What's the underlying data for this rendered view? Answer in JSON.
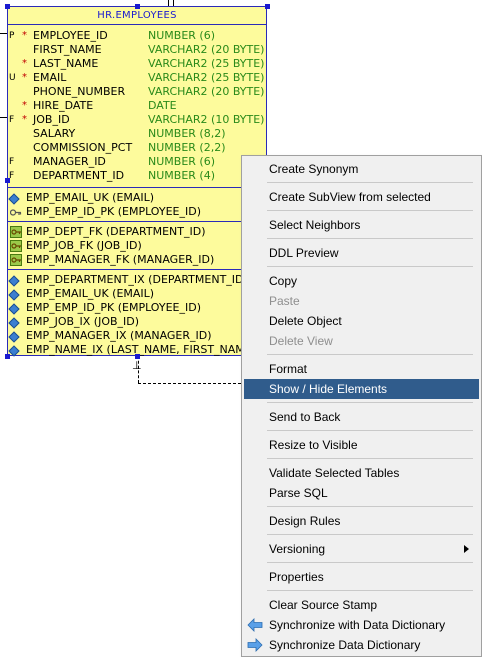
{
  "entity": {
    "title": "HR.EMPLOYEES",
    "columns": [
      {
        "key": "P",
        "mandatory": "*",
        "name": "EMPLOYEE_ID",
        "type": "NUMBER (6)"
      },
      {
        "key": "",
        "mandatory": "",
        "name": "FIRST_NAME",
        "type": "VARCHAR2 (20 BYTE)"
      },
      {
        "key": "",
        "mandatory": "*",
        "name": "LAST_NAME",
        "type": "VARCHAR2 (25 BYTE)"
      },
      {
        "key": "U",
        "mandatory": "*",
        "name": "EMAIL",
        "type": "VARCHAR2 (25 BYTE)"
      },
      {
        "key": "",
        "mandatory": "",
        "name": "PHONE_NUMBER",
        "type": "VARCHAR2 (20 BYTE)"
      },
      {
        "key": "",
        "mandatory": "*",
        "name": "HIRE_DATE",
        "type": "DATE"
      },
      {
        "key": "F",
        "mandatory": "*",
        "name": "JOB_ID",
        "type": "VARCHAR2 (10 BYTE)"
      },
      {
        "key": "",
        "mandatory": "",
        "name": "SALARY",
        "type": "NUMBER (8,2)"
      },
      {
        "key": "",
        "mandatory": "",
        "name": "COMMISSION_PCT",
        "type": "NUMBER (2,2)"
      },
      {
        "key": "F",
        "mandatory": "",
        "name": "MANAGER_ID",
        "type": "NUMBER (6)"
      },
      {
        "key": "F",
        "mandatory": "",
        "name": "DEPARTMENT_ID",
        "type": "NUMBER (4)"
      }
    ],
    "keys": [
      "EMP_EMAIL_UK (EMAIL)",
      "EMP_EMP_ID_PK (EMPLOYEE_ID)"
    ],
    "foreign_keys": [
      "EMP_DEPT_FK (DEPARTMENT_ID)",
      "EMP_JOB_FK (JOB_ID)",
      "EMP_MANAGER_FK (MANAGER_ID)"
    ],
    "indexes": [
      "EMP_DEPARTMENT_IX (DEPARTMENT_ID)",
      "EMP_EMAIL_UK (EMAIL)",
      "EMP_EMP_ID_PK (EMPLOYEE_ID)",
      "EMP_JOB_IX (JOB_ID)",
      "EMP_MANAGER_IX (MANAGER_ID)",
      "EMP_NAME_IX (LAST_NAME, FIRST_NAME)"
    ]
  },
  "menu": {
    "items": [
      {
        "label": "Create Synonym",
        "state": "normal"
      },
      {
        "label": "Create SubView from selected",
        "state": "normal"
      },
      {
        "label": "Select Neighbors",
        "state": "normal"
      },
      {
        "label": "DDL Preview",
        "state": "normal"
      },
      {
        "label": "Copy",
        "state": "normal"
      },
      {
        "label": "Paste",
        "state": "disabled"
      },
      {
        "label": "Delete Object",
        "state": "normal"
      },
      {
        "label": "Delete View",
        "state": "disabled"
      },
      {
        "label": "Format",
        "state": "normal"
      },
      {
        "label": "Show / Hide Elements",
        "state": "selected"
      },
      {
        "label": "Send to Back",
        "state": "normal"
      },
      {
        "label": "Resize to Visible",
        "state": "normal"
      },
      {
        "label": "Validate Selected Tables",
        "state": "normal"
      },
      {
        "label": "Parse SQL",
        "state": "normal"
      },
      {
        "label": "Design Rules",
        "state": "normal"
      },
      {
        "label": "Versioning",
        "state": "normal",
        "submenu": true
      },
      {
        "label": "Properties",
        "state": "normal"
      },
      {
        "label": "Clear Source Stamp",
        "state": "normal"
      },
      {
        "label": "Synchronize with Data Dictionary",
        "state": "normal",
        "icon": "arrow-left-icon"
      },
      {
        "label": "Synchronize Data Dictionary",
        "state": "normal",
        "icon": "arrow-right-icon"
      }
    ]
  },
  "colors": {
    "entity_fill": "#fdfb9c",
    "entity_border": "#2a2ab8",
    "type_text": "#2a8a1a",
    "menu_bg": "#f0f0f0",
    "menu_selected": "#305c8c"
  }
}
